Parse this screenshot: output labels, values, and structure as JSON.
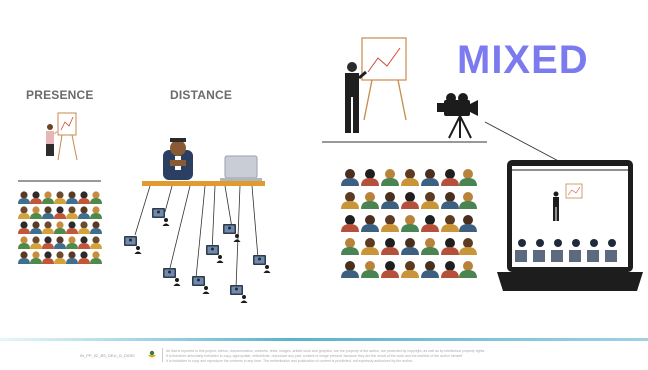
{
  "labels": {
    "presence": "PRESENCE",
    "distance": "DISTANCE",
    "mixed": "MIXED"
  },
  "footer": {
    "code": "IN_PP_02_BS_DEU_G_DSS0",
    "notice_line1": "All that is reported in this project: videos, documentation, contents, texts, images, artistic work and graphics, are the property of the author, are protected by copyright, as well as by intellectual property rights.",
    "notice_line2": "It is therefore absolutely forbidden to copy, appropriate, redistribute, reproduce any part, content or image present, because they are the result of the work and the intellect of the author himself.",
    "notice_line3": "It is forbidden to copy and reproduce the contents in any form.    The redistribution and publication of content is prohibited, not expressly authorized by the author."
  },
  "colors": {
    "mixed_text": "#7b7bef",
    "footer_accent": "#5bb3c9"
  }
}
